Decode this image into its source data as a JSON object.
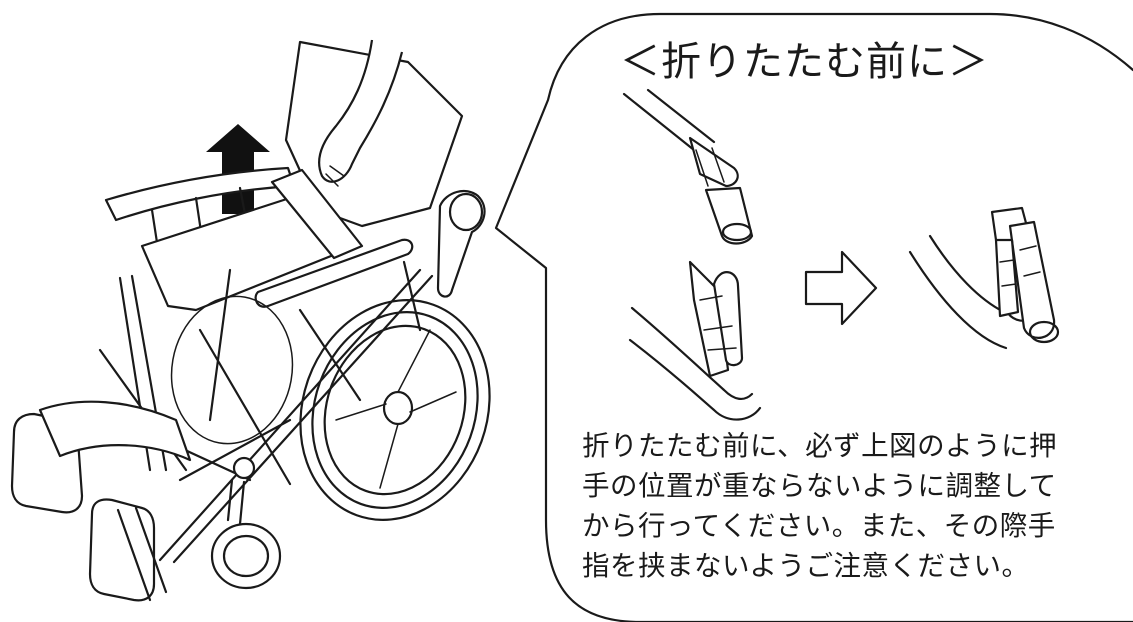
{
  "callout": {
    "title": "＜折りたたむ前に＞",
    "note_lines": [
      "折りたたむ前に、必ず上図のように押",
      "手の位置が重ならないように調整して",
      "から行ってください。また、その際手",
      "指を挟まないようご注意ください。"
    ]
  },
  "icons": {
    "lift_arrow": "arrow-up-icon",
    "transition_arrow": "arrow-right-icon"
  },
  "colors": {
    "line": "#1a1a1a",
    "background": "#ffffff",
    "arrow_fill": "#111111"
  }
}
